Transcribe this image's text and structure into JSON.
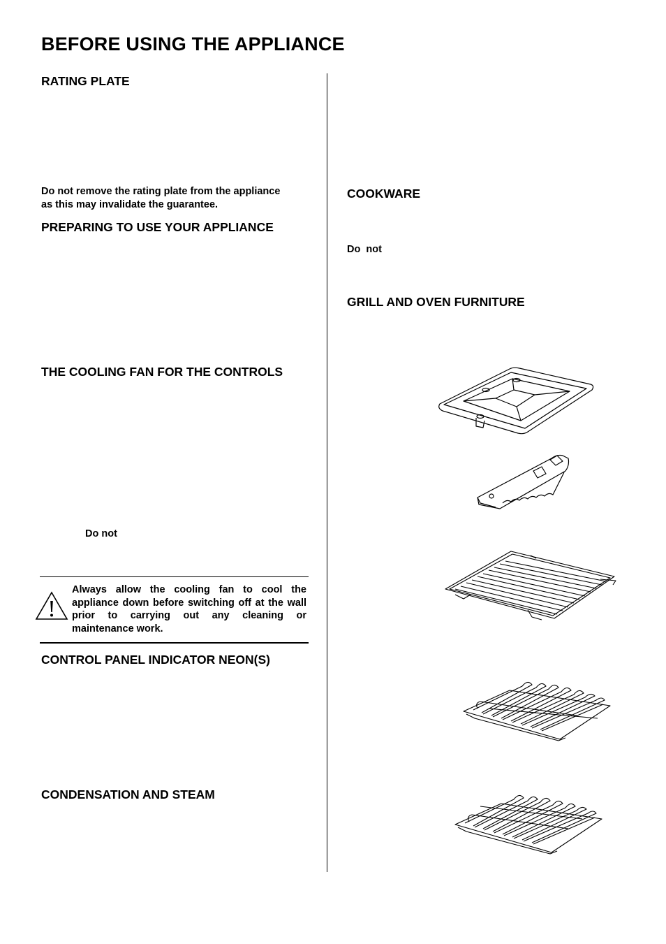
{
  "page": {
    "title": "BEFORE USING THE APPLIANCE"
  },
  "left_column": {
    "rating_plate": {
      "heading": "RATING PLATE",
      "note_line1": "Do not remove the rating plate from the appliance",
      "note_line2": "as this may invalidate the guarantee."
    },
    "preparing": {
      "heading": "PREPARING TO USE YOUR APPLIANCE"
    },
    "cooling_fan": {
      "heading": "THE COOLING FAN FOR THE CONTROLS",
      "do_not": "Do not",
      "warning_text": "Always allow the cooling fan to cool the appliance down before switching off at the wall prior to carrying out any cleaning or maintenance work.",
      "warning_icon": "exclamation-triangle-icon"
    },
    "neon": {
      "heading": "CONTROL PANEL INDICATOR NEON(S)"
    },
    "condensation": {
      "heading": "CONDENSATION AND STEAM"
    }
  },
  "right_column": {
    "cookware": {
      "heading": "COOKWARE",
      "do_not": "Do  not"
    },
    "furniture": {
      "heading": "GRILL AND OVEN FURNITURE",
      "illustrations": [
        "grill-pan-icon",
        "grill-pan-handle-icon",
        "grill-pan-grid-icon",
        "oven-shelf-icon",
        "oven-shelf-icon"
      ]
    }
  }
}
